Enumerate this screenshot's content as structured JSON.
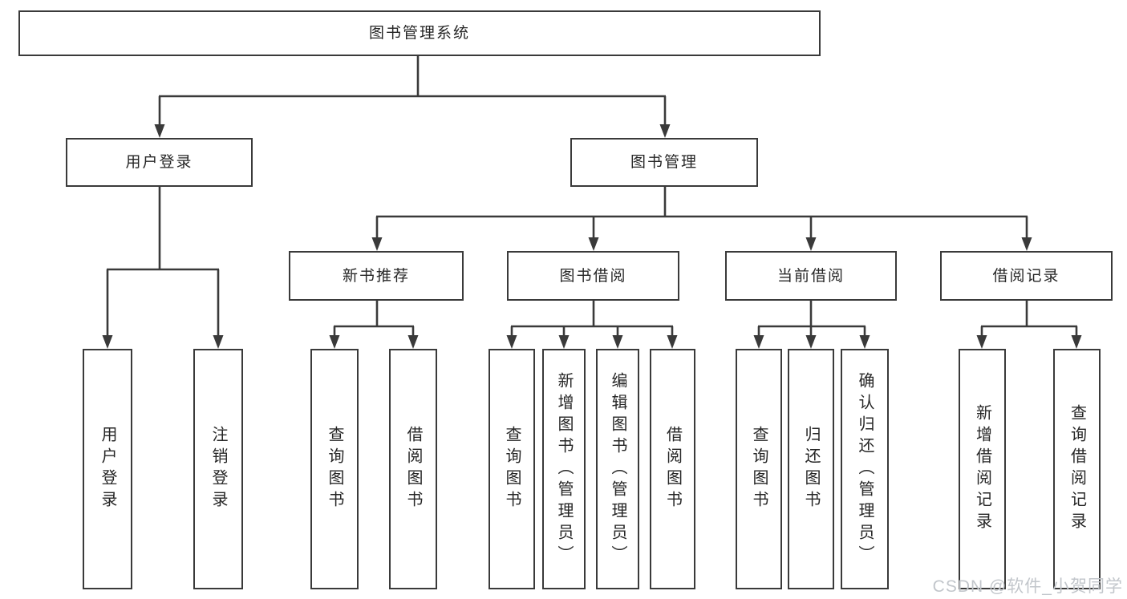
{
  "diagram": {
    "root": "图书管理系统",
    "level2": {
      "user_login": "用户登录",
      "book_mgmt": "图书管理"
    },
    "level3": {
      "new_books": "新书推荐",
      "book_borrow": "图书借阅",
      "current_borrow": "当前借阅",
      "borrow_record": "借阅记录"
    },
    "leaves": {
      "user_login": [
        "用户登录",
        "注销登录"
      ],
      "new_books": [
        "查询图书",
        "借阅图书"
      ],
      "book_borrow": [
        "查询图书",
        "新增图书（管理员）",
        "编辑图书（管理员）",
        "借阅图书"
      ],
      "current_borrow": [
        "查询图书",
        "归还图书",
        "确认归还（管理员）"
      ],
      "borrow_record": [
        "新增借阅记录",
        "查询借阅记录"
      ]
    }
  },
  "watermark": "CSDN @软件_小贺同学",
  "colors": {
    "line": "#3a3a3a",
    "text": "#262626",
    "watermark": "#c2c6cb",
    "background": "#ffffff"
  }
}
